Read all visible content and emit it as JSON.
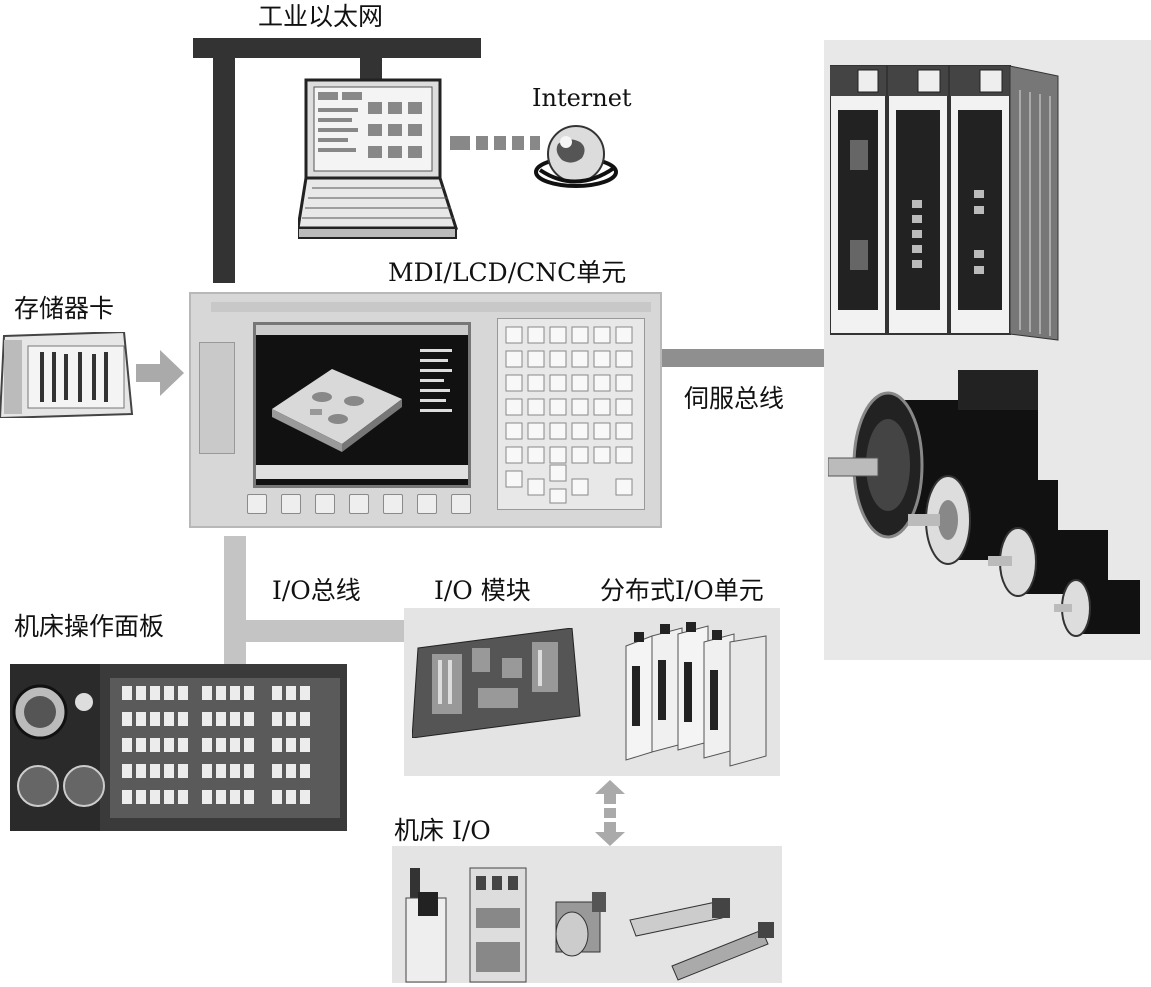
{
  "labels": {
    "ethernet": "工业以太网",
    "internet": "Internet",
    "memory_card": "存储器卡",
    "cnc_unit": "MDI/LCD/CNC单元",
    "servo_bus": "伺服总线",
    "io_bus": "I/O总线",
    "io_module": "I/O 模块",
    "distributed_io": "分布式I/O单元",
    "machine_panel": "机床操作面板",
    "machine_io": "机床 I/O"
  },
  "icons": {
    "globe": "globe-icon",
    "laptop": "laptop-icon",
    "memory_card": "memory-card-icon"
  },
  "colors": {
    "dark_bus": "#333333",
    "light_bus": "#c4c4c4",
    "arrow": "#aaaaaa",
    "panel_bg": "#e4e4e4"
  }
}
